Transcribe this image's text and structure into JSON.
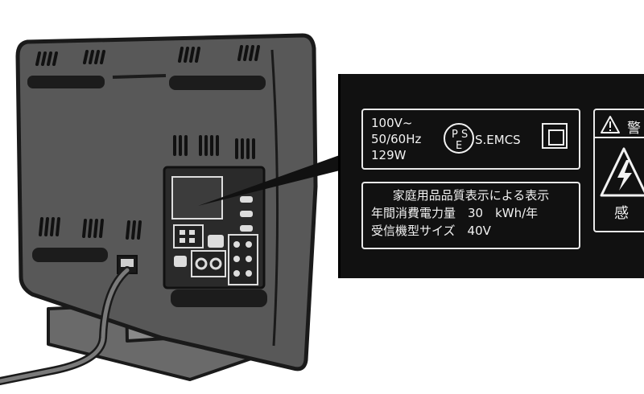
{
  "label": {
    "ratings": [
      "100V~",
      "50/60Hz",
      "129W"
    ],
    "pse_letters": [
      "P",
      "S",
      "E"
    ],
    "emcs": "S.EMCS",
    "info": {
      "title": "家庭用品品質表示による表示",
      "energy": "年間消費電力量　30　kWh/年",
      "size": "受信機型サイズ　40V"
    },
    "warning_title": "警",
    "warning_bottom": "感"
  },
  "colors": {
    "tv_body": "#585858",
    "tv_edge": "#1a1a1a",
    "label_bg": "#111111",
    "label_text": "#f2f2f2",
    "cable": "#7a7a7a"
  }
}
